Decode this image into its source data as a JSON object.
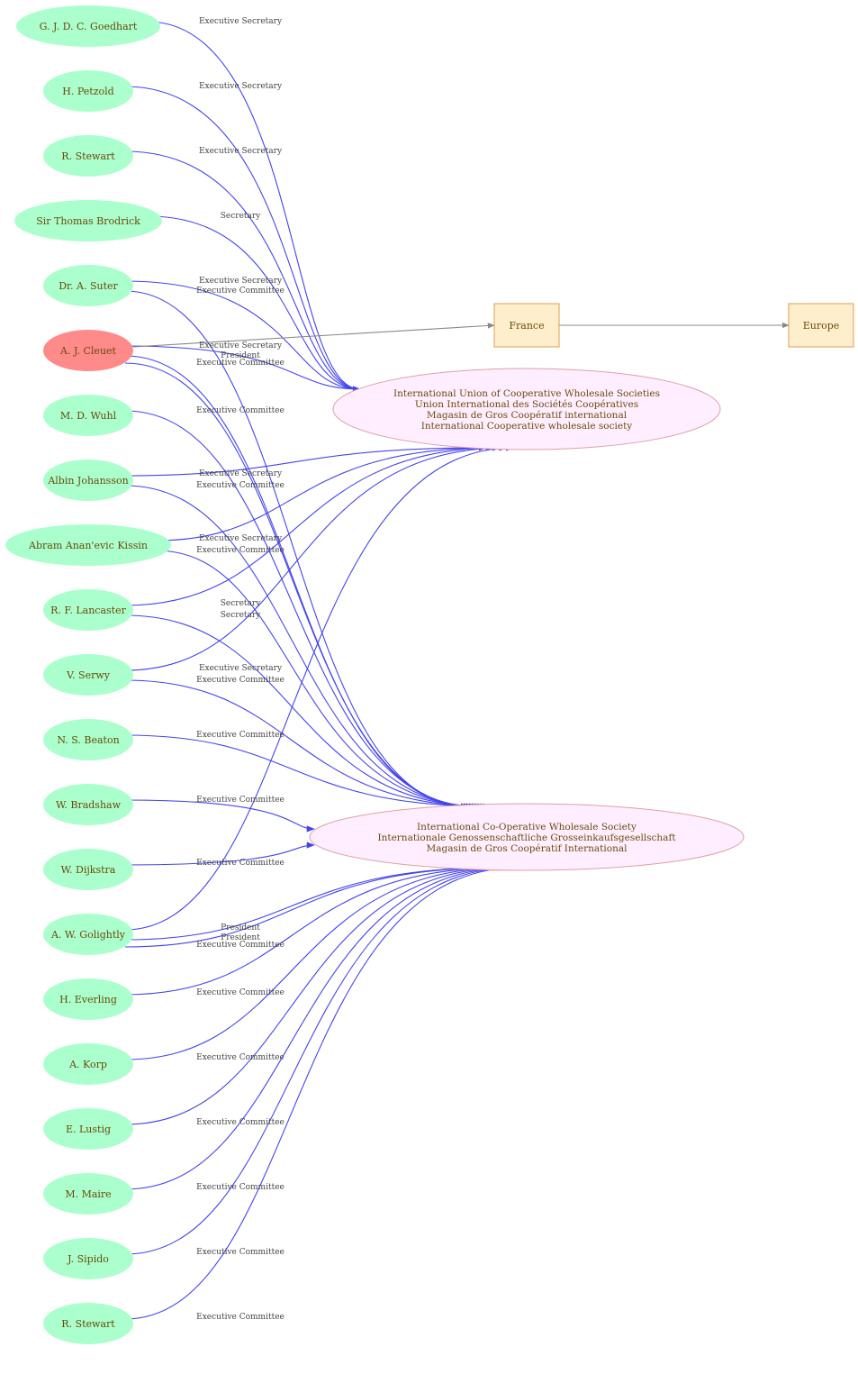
{
  "colors": {
    "person_fill": "#aaffcc",
    "highlight_fill": "#ff8a8a",
    "org_fill": "#ffeeff",
    "org_stroke": "#e0a0a0",
    "place_fill": "#ffeecc",
    "place_stroke": "#d9a050",
    "edge": "#4444ee",
    "place_edge": "#888888"
  },
  "people": [
    {
      "id": "p1",
      "label": "G. J. D. C.  Goedhart"
    },
    {
      "id": "p2",
      "label": "H. Petzold"
    },
    {
      "id": "p3",
      "label": "R.  Stewart"
    },
    {
      "id": "p4",
      "label": "Sir Thomas Brodrick"
    },
    {
      "id": "p5",
      "label": "Dr. A.  Suter"
    },
    {
      "id": "p6",
      "label": "A. J. Cleuet",
      "highlight": true
    },
    {
      "id": "p7",
      "label": "M. D. Wuhl"
    },
    {
      "id": "p8",
      "label": "Albin Johansson"
    },
    {
      "id": "p9",
      "label": "Abram Anan'evic Kissin"
    },
    {
      "id": "p10",
      "label": "R. F. Lancaster"
    },
    {
      "id": "p11",
      "label": "V. Serwy"
    },
    {
      "id": "p12",
      "label": "N. S. Beaton"
    },
    {
      "id": "p13",
      "label": "W. Bradshaw"
    },
    {
      "id": "p14",
      "label": "W. Dijkstra"
    },
    {
      "id": "p15",
      "label": "A. W. Golightly"
    },
    {
      "id": "p16",
      "label": "H. Everling"
    },
    {
      "id": "p17",
      "label": "A. Korp"
    },
    {
      "id": "p18",
      "label": "E. Lustig"
    },
    {
      "id": "p19",
      "label": "M. Maire"
    },
    {
      "id": "p20",
      "label": "J. Sipido"
    },
    {
      "id": "p21",
      "label": "R. Stewart"
    }
  ],
  "organizations": [
    {
      "id": "o1",
      "lines": [
        "International Union of Cooperative Wholesale Societies",
        "Union International des Sociétés Coopératives",
        "Magasin de Gros Coopératif international",
        "International Cooperative wholesale society"
      ]
    },
    {
      "id": "o2",
      "lines": [
        "International Co-Operative Wholesale Society",
        "Internationale Genossenschaftliche Grosseinkaufsgesellschaft",
        "Magasin de Gros Coopératif International"
      ]
    }
  ],
  "places": [
    {
      "id": "france",
      "label": "France"
    },
    {
      "id": "europe",
      "label": "Europe"
    }
  ],
  "edges": [
    {
      "from": "p1",
      "to": "o1",
      "label": "Executive Secretary"
    },
    {
      "from": "p2",
      "to": "o1",
      "label": "Executive Secretary"
    },
    {
      "from": "p3",
      "to": "o1",
      "label": "Executive Secretary"
    },
    {
      "from": "p4",
      "to": "o1",
      "label": "Secretary"
    },
    {
      "from": "p5",
      "to": "o1",
      "label": "Executive Secretary"
    },
    {
      "from": "p5",
      "to": "o2",
      "label": "Executive Committee"
    },
    {
      "from": "p6",
      "to": "o1",
      "label": "Executive Secretary"
    },
    {
      "from": "p6",
      "to": "o2",
      "label": "President"
    },
    {
      "from": "p6",
      "to": "o2",
      "label": "Executive Committee"
    },
    {
      "from": "p7",
      "to": "o2",
      "label": "Executive Committee"
    },
    {
      "from": "p8",
      "to": "o1",
      "label": "Executive Secretary"
    },
    {
      "from": "p8",
      "to": "o2",
      "label": "Executive Committee"
    },
    {
      "from": "p9",
      "to": "o1",
      "label": "Executive Secretary"
    },
    {
      "from": "p9",
      "to": "o2",
      "label": "Executive Committee"
    },
    {
      "from": "p10",
      "to": "o1",
      "label": "Secretary"
    },
    {
      "from": "p10",
      "to": "o2",
      "label": "Secretary"
    },
    {
      "from": "p11",
      "to": "o1",
      "label": "Executive Secretary"
    },
    {
      "from": "p11",
      "to": "o2",
      "label": "Executive Committee"
    },
    {
      "from": "p12",
      "to": "o2",
      "label": "Executive Committee"
    },
    {
      "from": "p13",
      "to": "o2",
      "label": "Executive Committee"
    },
    {
      "from": "p14",
      "to": "o2",
      "label": "Executive Committee"
    },
    {
      "from": "p15",
      "to": "o1",
      "label": "President"
    },
    {
      "from": "p15",
      "to": "o2",
      "label": "President"
    },
    {
      "from": "p15",
      "to": "o2",
      "label": "Executive Committee"
    },
    {
      "from": "p16",
      "to": "o2",
      "label": "Executive Committee"
    },
    {
      "from": "p17",
      "to": "o2",
      "label": "Executive Committee"
    },
    {
      "from": "p18",
      "to": "o2",
      "label": "Executive Committee"
    },
    {
      "from": "p19",
      "to": "o2",
      "label": "Executive Committee"
    },
    {
      "from": "p20",
      "to": "o2",
      "label": "Executive Committee"
    },
    {
      "from": "p21",
      "to": "o2",
      "label": "Executive Committee"
    }
  ],
  "place_edges": [
    {
      "from": "p6",
      "to": "france"
    },
    {
      "from": "france",
      "to": "europe"
    }
  ]
}
